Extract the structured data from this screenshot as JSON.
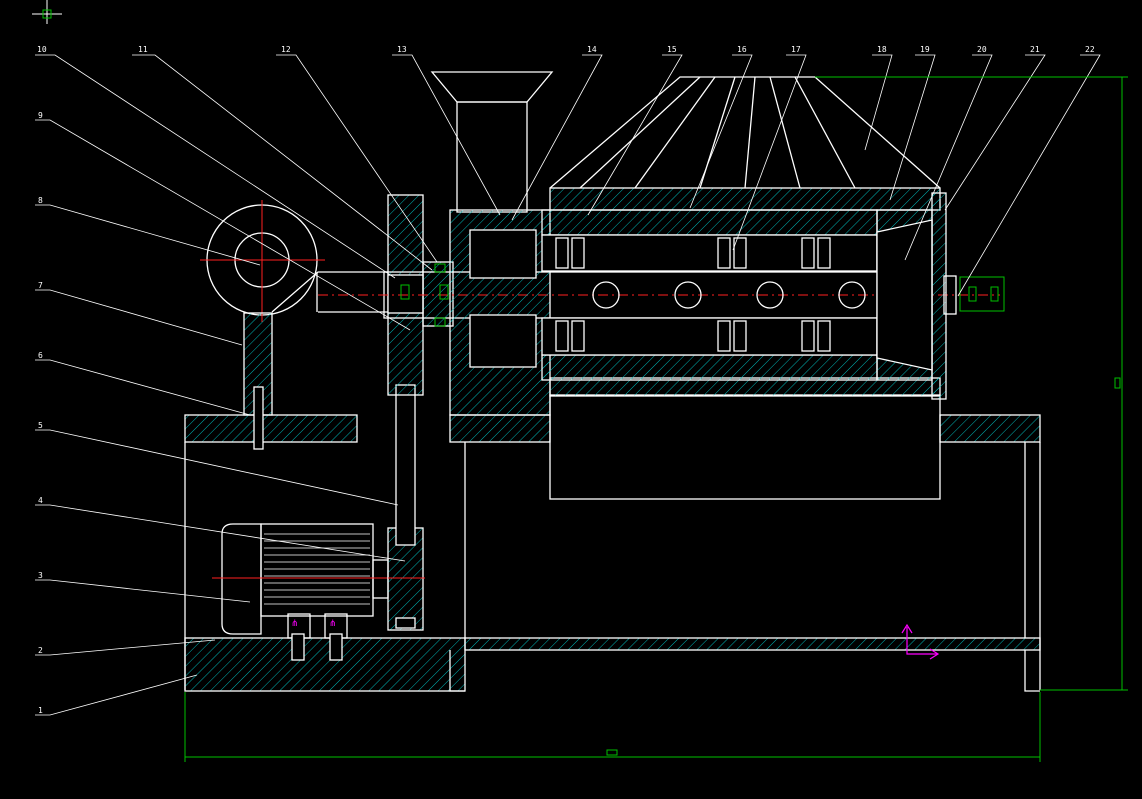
{
  "drawing": {
    "title": "",
    "balloons": [
      {
        "id": "1",
        "text": "1"
      },
      {
        "id": "2",
        "text": "2"
      },
      {
        "id": "3",
        "text": "3"
      },
      {
        "id": "4",
        "text": "4"
      },
      {
        "id": "5",
        "text": "5"
      },
      {
        "id": "6",
        "text": "6"
      },
      {
        "id": "7",
        "text": "7"
      },
      {
        "id": "8",
        "text": "8"
      },
      {
        "id": "9",
        "text": "9"
      },
      {
        "id": "10",
        "text": "10"
      },
      {
        "id": "11",
        "text": "11"
      },
      {
        "id": "12",
        "text": "12"
      },
      {
        "id": "13",
        "text": "13"
      },
      {
        "id": "14",
        "text": "14"
      },
      {
        "id": "15",
        "text": "15"
      },
      {
        "id": "16",
        "text": "16"
      },
      {
        "id": "17",
        "text": "17"
      },
      {
        "id": "18",
        "text": "18"
      },
      {
        "id": "19",
        "text": "19"
      },
      {
        "id": "20",
        "text": "20"
      },
      {
        "id": "21",
        "text": "21"
      },
      {
        "id": "22",
        "text": "22"
      }
    ],
    "colors": {
      "background": "#000000",
      "outline": "#ffffff",
      "hatch": "#00c8c8",
      "centerline": "#ff2020",
      "dimension": "#00c000",
      "ucs": "#ff00ff"
    }
  }
}
